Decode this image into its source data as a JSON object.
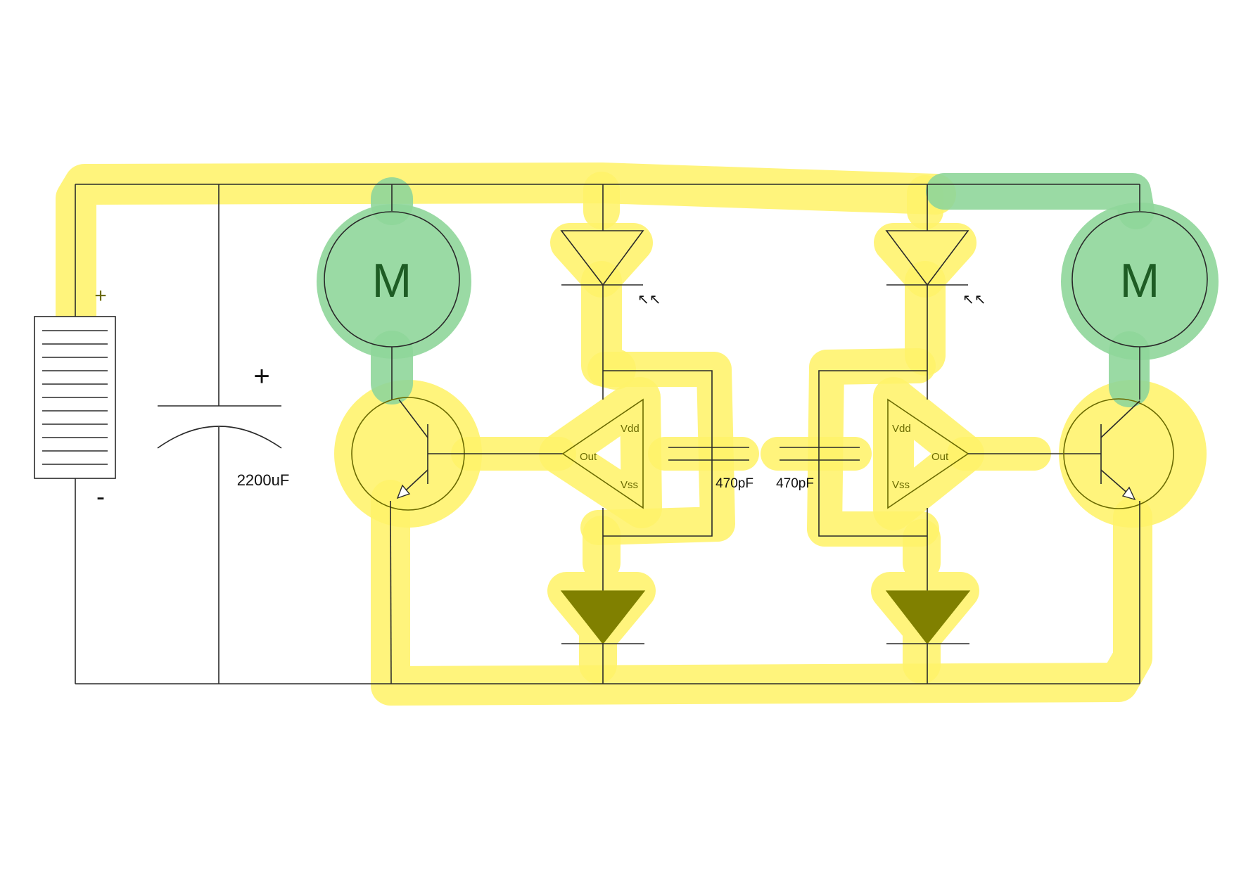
{
  "diagram": {
    "battery": {
      "plus_label": "+",
      "minus_label": "-"
    },
    "main_capacitor": {
      "polarity_label": "+",
      "value_label": "2200uF"
    },
    "left_stage": {
      "motor_label": "M",
      "ic_vdd_label": "Vdd",
      "ic_out_label": "Out",
      "ic_vss_label": "Vss",
      "timing_capacitor_label": "470pF",
      "light_arrows": "↖↖"
    },
    "right_stage": {
      "motor_label": "M",
      "ic_vdd_label": "Vdd",
      "ic_out_label": "Out",
      "ic_vss_label": "Vss",
      "timing_capacitor_label": "470pF",
      "light_arrows": "↖↖"
    },
    "colors": {
      "highlight_yellow": "#fff36a",
      "highlight_green": "#8fd69a",
      "motor_text": "#1e5c24",
      "diode_fill": "#808000"
    }
  }
}
